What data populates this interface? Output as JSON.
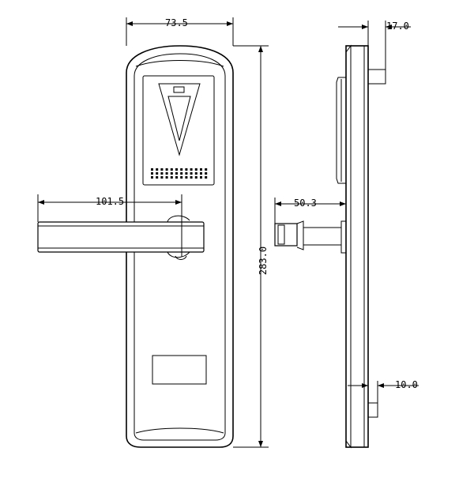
{
  "drawing": {
    "front_view": {
      "width_dim": "73.5",
      "handle_length_dim": "101.5",
      "height_dim": "283.0"
    },
    "side_view": {
      "handle_projection_dim": "50.3",
      "top_offset_dim": "17.0",
      "bottom_offset_dim": "10.0"
    }
  },
  "colors": {
    "line": "#000000",
    "background": "#ffffff"
  }
}
